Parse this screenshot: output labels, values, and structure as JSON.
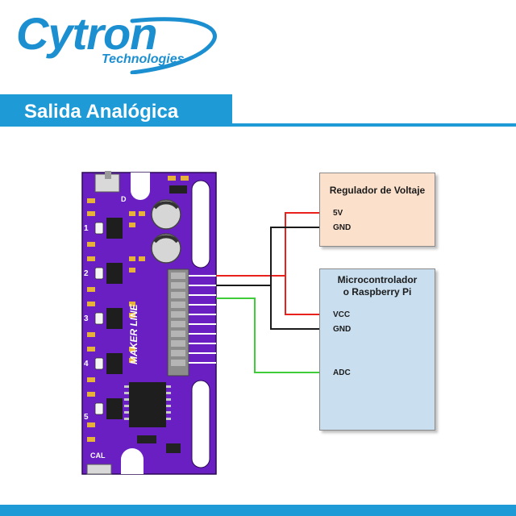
{
  "logo": {
    "brand": "Cytron",
    "subtitle": "Technologies"
  },
  "header": {
    "title": "Salida Analógica"
  },
  "regulator": {
    "title": "Regulador de Voltaje",
    "pins": [
      "5V",
      "GND"
    ]
  },
  "microcontroller": {
    "title_line1": "Microcontrolador",
    "title_line2": "o Raspberry Pi",
    "pins": [
      "VCC",
      "GND",
      "ADC"
    ]
  },
  "board": {
    "name": "MAKER LINE",
    "sensor_numbers": [
      "1",
      "2",
      "3",
      "4",
      "5"
    ],
    "switch_label": "D",
    "cal_label": "CAL"
  },
  "wires": {
    "power_color": "#e8211d",
    "ground_color": "#1a1a1a",
    "signal_color": "#3fce3a"
  },
  "colors": {
    "accent": "#1e9bd7",
    "pcb": "#6a1fc2",
    "regulator_fill": "#fbe0cc",
    "mcu_fill": "#c9dff0"
  }
}
